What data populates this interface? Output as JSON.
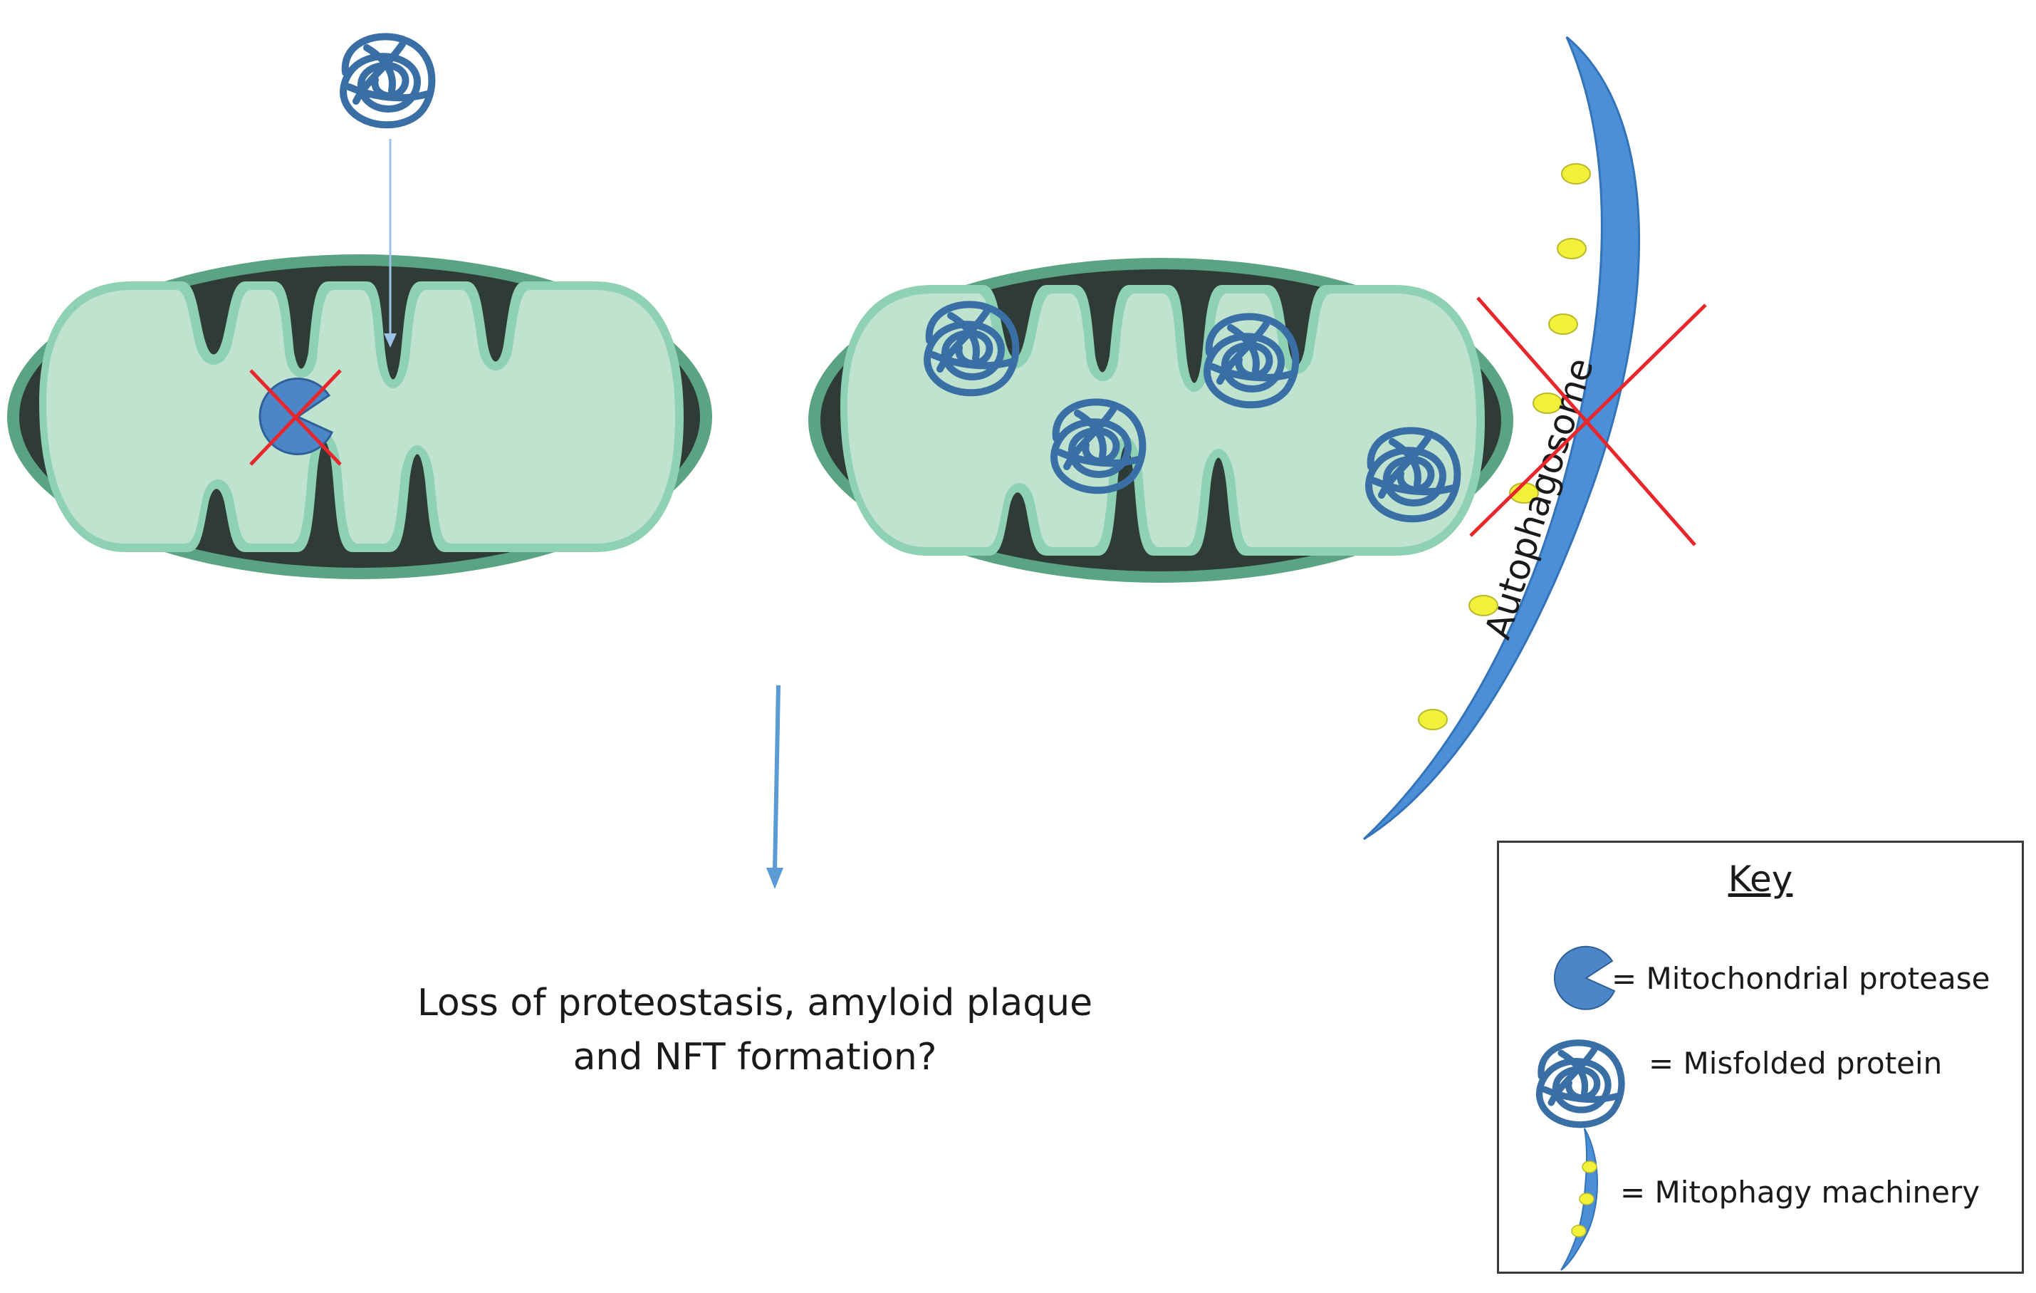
{
  "diagram": {
    "autophagosome_label": "Autophagosome",
    "conclusion_lines": [
      "Loss of proteostasis, amyloid plaque",
      "and NFT formation?"
    ]
  },
  "key": {
    "title": "Key",
    "items": [
      {
        "icon": "protease-icon",
        "label": "= Mitochondrial protease"
      },
      {
        "icon": "misfolded-protein-icon",
        "label": "= Misfolded protein"
      },
      {
        "icon": "mitophagy-machinery-icon",
        "label": "= Mitophagy machinery"
      }
    ]
  },
  "colors": {
    "mito_outer": "#5aa384",
    "mito_dark": "#2f3b36",
    "mito_matrix": "#bfe3cf",
    "mito_cristae_edge": "#8fd1b5",
    "protein_blue": "#3a6fa6",
    "autophagosome_blue": "#4a8fd8",
    "receptor_yellow": "#f1f13a",
    "cross_red": "#e8262b",
    "arrow_blue": "#5b9bd5"
  }
}
